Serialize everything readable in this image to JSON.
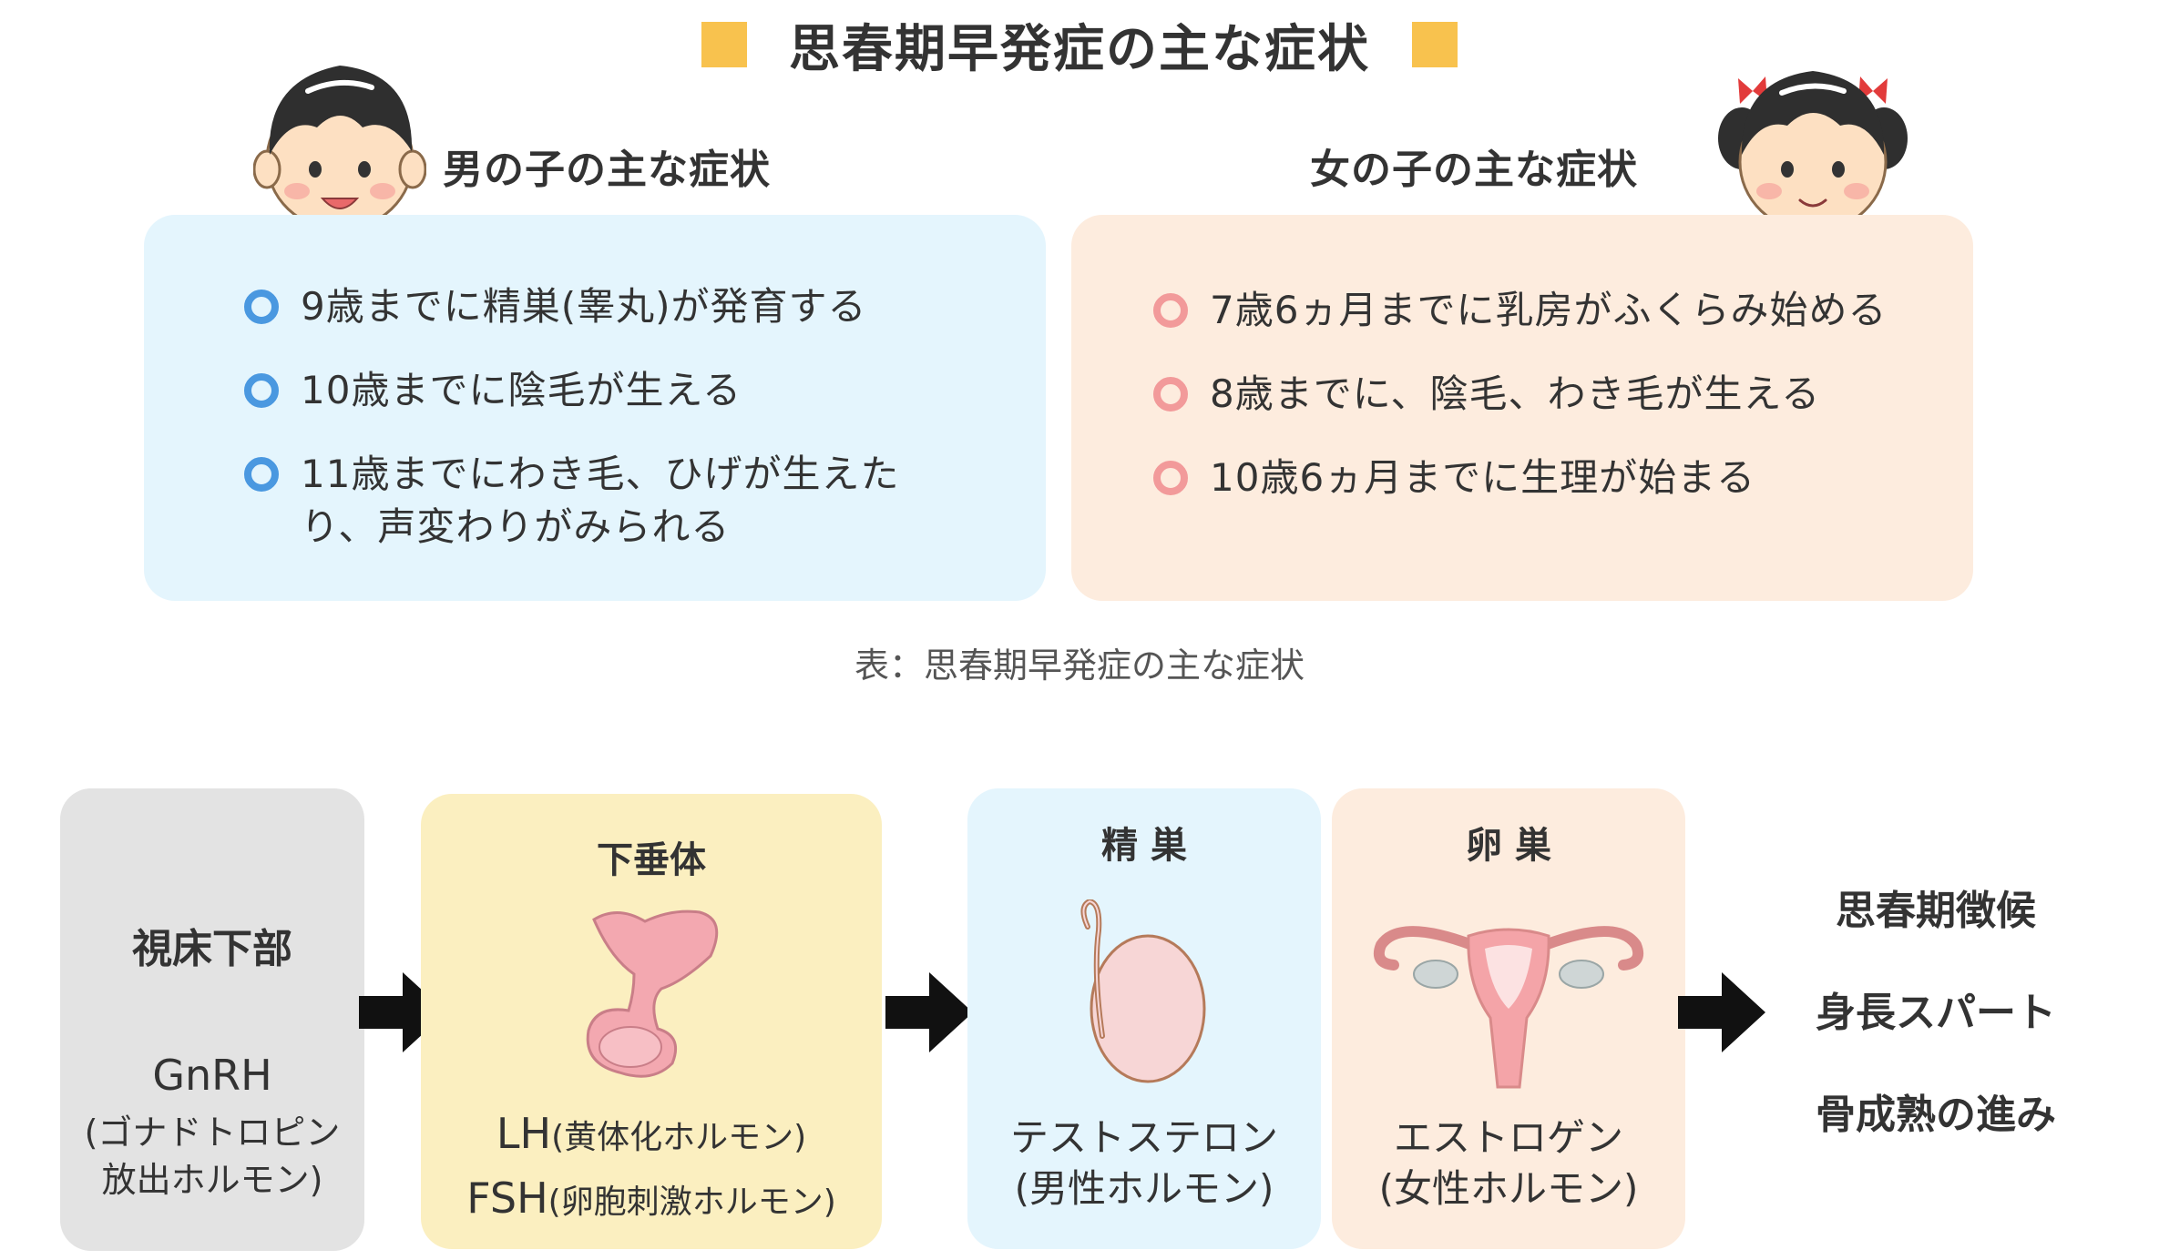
{
  "title": "思春期早発症の主な症状",
  "boy": {
    "label": "男の子の主な症状",
    "symptoms": [
      "9歳までに精巣(睾丸)が発育する",
      "10歳までに陰毛が生える",
      "11歳までにわき毛、ひげが生えたり、声変わりがみられる"
    ]
  },
  "girl": {
    "label": "女の子の主な症状",
    "symptoms": [
      "7歳6ヵ月までに乳房がふくらみ始める",
      "8歳までに、陰毛、わき毛が生える",
      "10歳6ヵ月までに生理が始まる"
    ]
  },
  "caption": "表：思春期早発症の主な症状",
  "flow": {
    "hypothalamus": {
      "title": "視床下部",
      "hormone": "GnRH",
      "hormone_desc_1": "(ゴナドトロピン",
      "hormone_desc_2": "放出ホルモン)"
    },
    "pituitary": {
      "title": "下垂体",
      "lh": "LH",
      "lh_desc": "(黄体化ホルモン)",
      "fsh": "FSH",
      "fsh_desc": "(卵胞刺激ホルモン)"
    },
    "testis": {
      "title": "精 巣",
      "hormone": "テストステロン",
      "hormone_desc": "(男性ホルモン)"
    },
    "ovary": {
      "title": "卵 巣",
      "hormone": "エストロゲン",
      "hormone_desc": "(女性ホルモン)"
    },
    "outcomes": [
      "思春期徴候",
      "身長スパート",
      "骨成熟の進み"
    ]
  },
  "colors": {
    "title_square": "#f8c24e",
    "boy_panel": "#e4f5fd",
    "girl_panel": "#fdecde",
    "boy_bullet": "#4a98e0",
    "girl_bullet": "#f29a9a",
    "hypothalamus_box": "#e3e3e3",
    "pituitary_box": "#fbefc0",
    "testis_box": "#e4f5fd",
    "ovary_box": "#fdecde",
    "arrow": "#111111"
  },
  "icons": [
    "boy-face-icon",
    "girl-face-icon",
    "pituitary-gland-icon",
    "testis-icon",
    "uterus-ovary-icon",
    "right-arrow-icon"
  ]
}
